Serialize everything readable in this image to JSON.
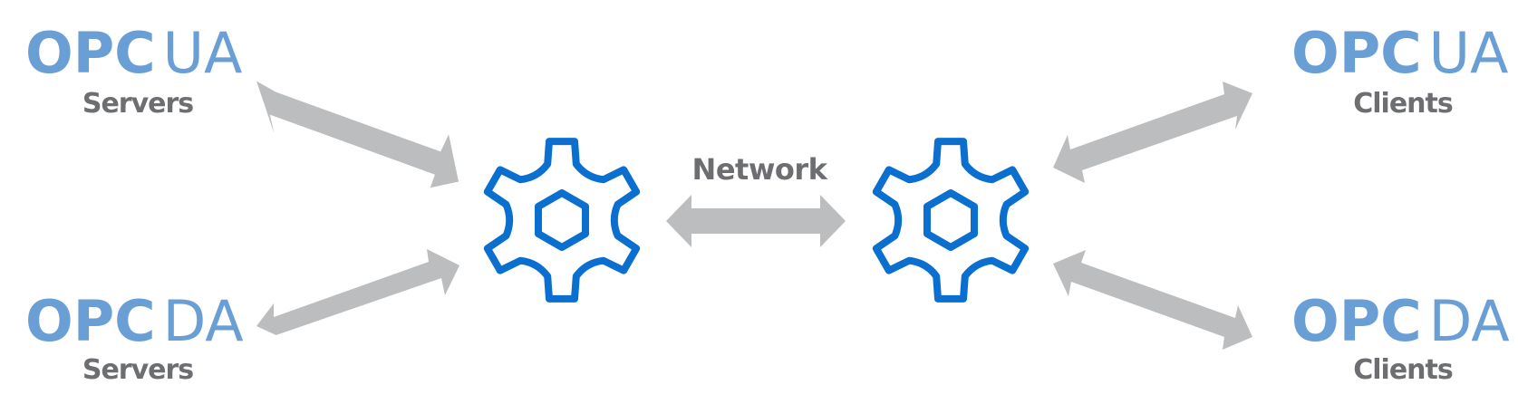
{
  "colors": {
    "logo": "#6a9fd6",
    "label": "#6d6e71",
    "arrow": "#bcbdbf",
    "gear": "#0a6fce"
  },
  "icons": {
    "left_node": "gear-icon",
    "right_node": "gear-icon"
  },
  "servers": [
    {
      "brand": "OPC",
      "suffix": "UA",
      "label": "Servers"
    },
    {
      "brand": "OPC",
      "suffix": "DA",
      "label": "Servers"
    }
  ],
  "clients": [
    {
      "brand": "OPC",
      "suffix": "UA",
      "label": "Clients"
    },
    {
      "brand": "OPC",
      "suffix": "DA",
      "label": "Clients"
    }
  ],
  "network": {
    "label": "Network"
  }
}
